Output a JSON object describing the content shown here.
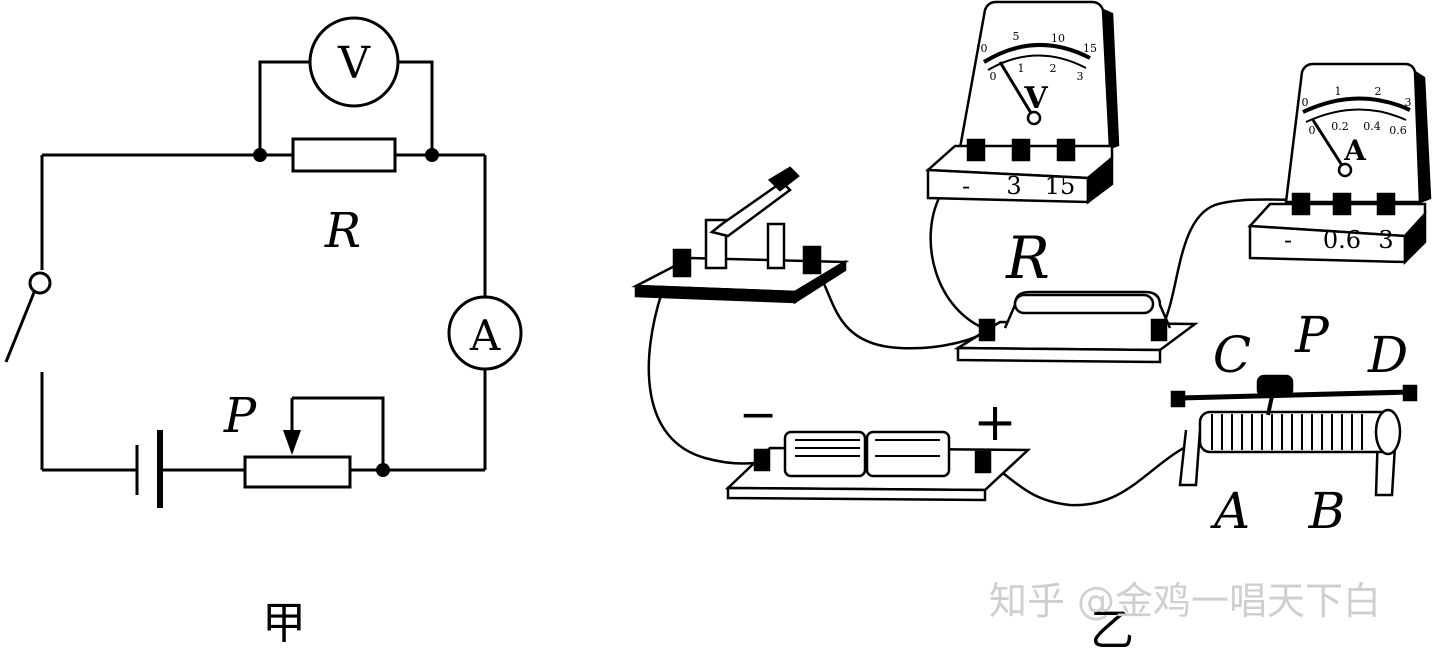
{
  "diagram_jia": {
    "caption": "甲",
    "resistor_label": "R",
    "rheostat_label": "P",
    "voltmeter_symbol": "V",
    "ammeter_symbol": "A"
  },
  "diagram_yi": {
    "caption": "乙",
    "resistor_label": "R",
    "battery_minus": "−",
    "battery_plus": "+",
    "voltmeter": {
      "letter": "V",
      "scale_top": [
        "0",
        "5",
        "10",
        "15"
      ],
      "scale_bottom": [
        "0",
        "1",
        "2",
        "3"
      ],
      "terminals": [
        "-",
        "3",
        "15"
      ]
    },
    "ammeter": {
      "letter": "A",
      "scale_top": [
        "0",
        "1",
        "2",
        "3"
      ],
      "scale_bottom": [
        "0",
        "0.2",
        "0.4",
        "0.6"
      ],
      "terminals": [
        "-",
        "0.6",
        "3"
      ]
    },
    "rheostat_labels": {
      "c": "C",
      "p": "P",
      "d": "D",
      "a": "A",
      "b": "B"
    }
  },
  "watermark": "知乎 @金鸡一唱天下白",
  "colors": {
    "ink": "#000000",
    "paper": "#ffffff",
    "watermark": "#cfcfcf"
  }
}
